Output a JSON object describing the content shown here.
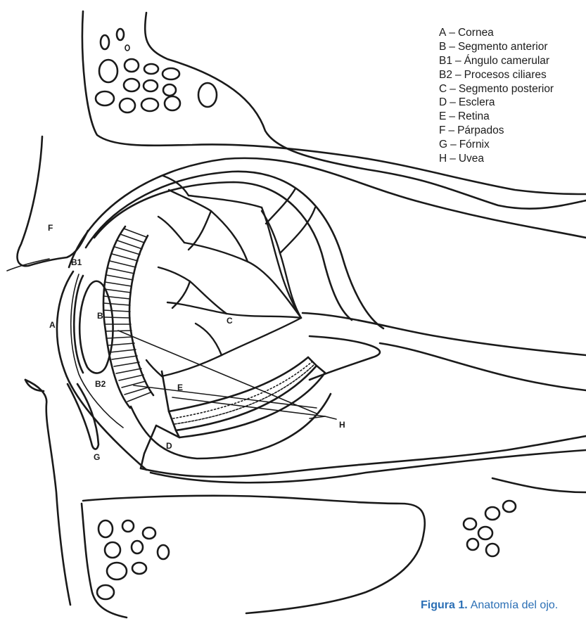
{
  "diagram_labels": {
    "A": "A",
    "B": "B",
    "B1": "B1",
    "B2": "B2",
    "C": "C",
    "D": "D",
    "E": "E",
    "F": "F",
    "G": "G",
    "H": "H"
  },
  "legend": [
    {
      "code": "A",
      "text": "Cornea"
    },
    {
      "code": "B",
      "text": "Segmento anterior"
    },
    {
      "code": "B1",
      "text": "Ángulo camerular"
    },
    {
      "code": "B2",
      "text": "Procesos ciliares"
    },
    {
      "code": "C",
      "text": "Segmento posterior"
    },
    {
      "code": "D",
      "text": "Esclera"
    },
    {
      "code": "E",
      "text": "Retina"
    },
    {
      "code": "F",
      "text": "Párpados"
    },
    {
      "code": "G",
      "text": "Fórnix"
    },
    {
      "code": "H",
      "text": "Uvea"
    }
  ],
  "legend_separator": "–",
  "caption": {
    "label": "Figura 1.",
    "text": "Anatomía del ojo."
  },
  "colors": {
    "ink": "#1a1a1a",
    "caption": "#2b6fb5",
    "background": "#ffffff"
  }
}
